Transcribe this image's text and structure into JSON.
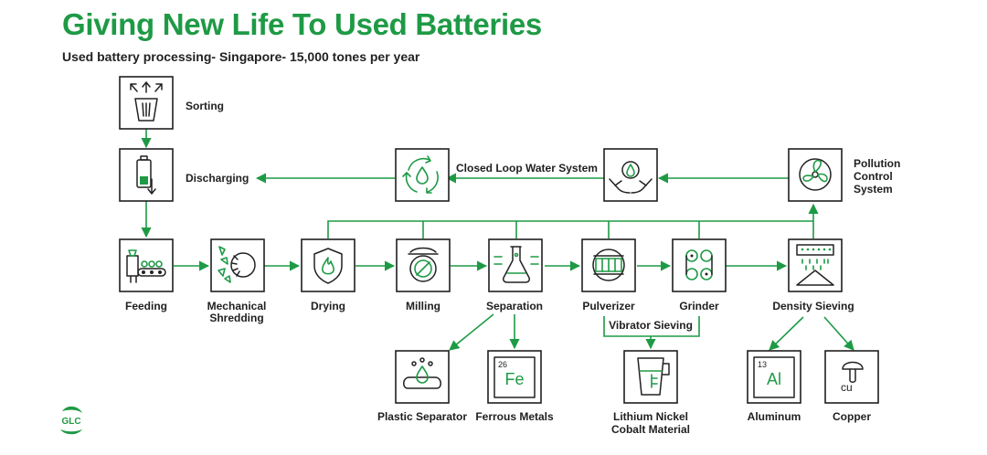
{
  "header": {
    "title": "Giving New Life To Used Batteries",
    "subtitle": "Used battery processing- Singapore- 15,000 tones per year"
  },
  "colors": {
    "accent": "#1e9a45",
    "outline": "#1f1f1f"
  },
  "nodes": {
    "sorting": {
      "label": "Sorting",
      "icon": "basket-sort-icon"
    },
    "discharging": {
      "label": "Discharging",
      "icon": "battery-discharge-icon"
    },
    "closed_loop": {
      "label": "Closed Loop Water System",
      "icon": "water-recycle-icon"
    },
    "hands_water": {
      "icon": "hands-water-icon"
    },
    "pollution": {
      "label_lines": [
        "Pollution",
        "Control",
        "System"
      ],
      "icon": "fan-icon"
    },
    "feeding": {
      "label": "Feeding",
      "icon": "conveyor-icon"
    },
    "shredding": {
      "label_lines": [
        "Mechanical",
        "Shredding"
      ],
      "icon": "shredder-icon"
    },
    "drying": {
      "label": "Drying",
      "icon": "flame-shield-icon"
    },
    "milling": {
      "label": "Milling",
      "icon": "mill-icon"
    },
    "separation": {
      "label": "Separation",
      "icon": "flask-icon"
    },
    "pulverizer": {
      "label": "Pulverizer",
      "icon": "pulverizer-icon"
    },
    "grinder": {
      "label": "Grinder",
      "icon": "chain-gear-icon"
    },
    "density": {
      "label": "Density Sieving",
      "icon": "sieve-icon"
    },
    "vibrator": {
      "label": "Vibrator Sieving"
    },
    "plastic": {
      "label": "Plastic Separator",
      "icon": "plastic-drop-icon"
    },
    "ferrous": {
      "label": "Ferrous Metals",
      "icon": "element-fe-icon",
      "element_number": "26",
      "element_symbol": "Fe"
    },
    "lnc": {
      "label_lines": [
        "Lithium Nickel",
        "Cobalt Material"
      ],
      "icon": "beaker-icon"
    },
    "aluminum": {
      "label": "Aluminum",
      "icon": "element-al-icon",
      "element_number": "13",
      "element_symbol": "Al"
    },
    "copper": {
      "label": "Copper",
      "icon": "copper-mushroom-icon",
      "symbol": "cu"
    }
  },
  "logo": {
    "text": "GLC"
  }
}
